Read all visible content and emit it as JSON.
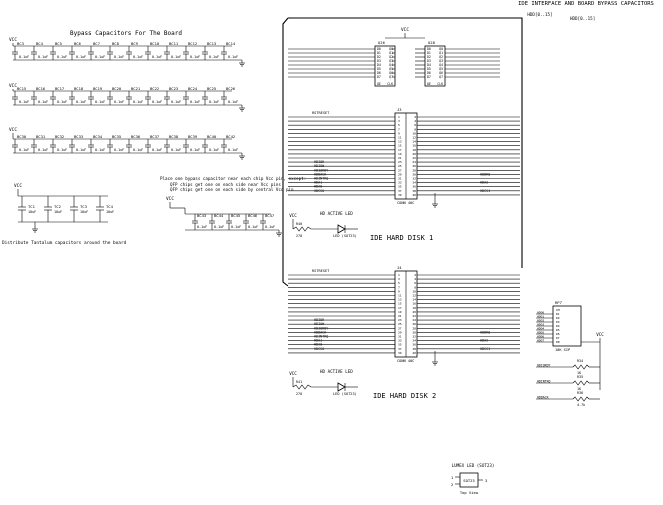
{
  "sheet_title": "IDE INTERFACE AND BOARD BYPASS CAPACITORS",
  "bypass": {
    "title": "Bypass Capacitors For The Board",
    "vcc": "VCC",
    "cap_value": "0.1uF",
    "row1": [
      "BC3",
      "BC4",
      "BC5",
      "BC6",
      "BC7",
      "BC8",
      "BC9",
      "BC10",
      "BC11",
      "BC12",
      "BC13",
      "BC14"
    ],
    "row2": [
      "BC15",
      "BC16",
      "BC17",
      "BC18",
      "BC19",
      "BC20",
      "BC21",
      "BC22",
      "BC23",
      "BC24",
      "BC25",
      "BC26"
    ],
    "row3": [
      "BC30",
      "BC31",
      "BC32",
      "BC33",
      "BC34",
      "BC35",
      "BC36",
      "BC37",
      "BC38",
      "BC39",
      "BC40",
      "BC42"
    ],
    "row4": [
      "BC43",
      "BC44",
      "BC45",
      "BC46",
      "BC47"
    ]
  },
  "tantalum": {
    "caps": [
      "TC1",
      "TC2",
      "TC3",
      "TC4"
    ],
    "value": "10uF",
    "note": "Distribute Tantalum capacitors around the board"
  },
  "placement_note": [
    "Place one bypass capacitor near each chip Vcc pin, except:",
    "QFP chips get one on each side near Vcc pins",
    "QFP chips get one on each side by central Vcc pin"
  ],
  "buffers": {
    "vcc": "VCC",
    "u1": "U26",
    "u2": "U28",
    "pins_in": [
      "D0",
      "D1",
      "D2",
      "D3",
      "D4",
      "D5",
      "D6",
      "D7"
    ],
    "pins_out": [
      "Q0",
      "Q1",
      "Q2",
      "Q3",
      "Q4",
      "Q5",
      "Q6",
      "Q7"
    ],
    "clk": "CLK",
    "oe": "OE",
    "hdd_sel": "HDD[0..15]"
  },
  "disk1": {
    "title": "IDE HARD DISK 1",
    "ref": "J3",
    "conn": "CONN 40C",
    "reset": "RSTRESET",
    "led_title": "HD ACTIVE LED",
    "led_ref": "LED (SOT23)",
    "resistor": "R40",
    "res_value": "270",
    "vcc": "VCC",
    "left_signals": [
      "HDIOR",
      "HDIOW",
      "HDIORDY",
      "HDDACK",
      "HDINTRQ",
      "HDA1",
      "HDA0",
      "HDCS0"
    ],
    "right_signals": [
      "HDDRQ",
      "HDA2",
      "HDCS1"
    ],
    "left_pins": [
      "1",
      "3",
      "5",
      "7",
      "9",
      "11",
      "13",
      "15",
      "17",
      "19",
      "21",
      "23",
      "25",
      "27",
      "29",
      "31",
      "33",
      "35",
      "37",
      "39"
    ],
    "right_pins": [
      "2",
      "4",
      "6",
      "8",
      "10",
      "12",
      "14",
      "16",
      "18",
      "20",
      "22",
      "24",
      "26",
      "28",
      "30",
      "32",
      "34",
      "36",
      "38",
      "40"
    ]
  },
  "disk2": {
    "title": "IDE HARD DISK 2",
    "ref": "J4",
    "conn": "CONN 40C",
    "reset": "RSTRESET",
    "led_title": "HD ACTIVE LED",
    "led_ref": "LED (SOT23)",
    "resistor": "R41",
    "res_value": "270",
    "vcc": "VCC",
    "left_signals": [
      "HDIOR",
      "HDIOW",
      "HDIORDY",
      "HDDACK",
      "HDINTRQ",
      "HDA1",
      "HDA0",
      "HDCS0"
    ],
    "right_signals": [
      "HDDRQ",
      "HDA2",
      "HDCS1"
    ],
    "left_pins": [
      "1",
      "3",
      "5",
      "7",
      "9",
      "11",
      "13",
      "15",
      "17",
      "19",
      "21",
      "23",
      "25",
      "27",
      "29",
      "31",
      "33",
      "35",
      "37",
      "39"
    ],
    "right_pins": [
      "2",
      "4",
      "6",
      "8",
      "10",
      "12",
      "14",
      "16",
      "18",
      "20",
      "22",
      "24",
      "26",
      "28",
      "30",
      "32",
      "34",
      "36",
      "38",
      "40"
    ]
  },
  "rpack": {
    "ref": "RP7",
    "value": "10K SIP",
    "vcc": "VCC",
    "pins": [
      "CM",
      "D1",
      "D2",
      "D3",
      "D4",
      "D5",
      "D6",
      "D7",
      "D8"
    ],
    "nets": [
      "HDD0",
      "HDD1",
      "HDD2",
      "HDD3",
      "HDD4",
      "HDD5",
      "HDD6",
      "HDD7"
    ],
    "res": [
      {
        "ref": "R34",
        "value": "1K",
        "net": "HDIORDY"
      },
      {
        "ref": "R35",
        "value": "1K",
        "net": "HDINTRQ"
      },
      {
        "ref": "R36",
        "value": "4.7k",
        "net": "HDDACK"
      }
    ]
  },
  "legend": {
    "title": "LUMEX LED (SOT23)",
    "part": "SOT23",
    "pins": [
      "1",
      "2",
      "3"
    ],
    "view": "Top View"
  }
}
